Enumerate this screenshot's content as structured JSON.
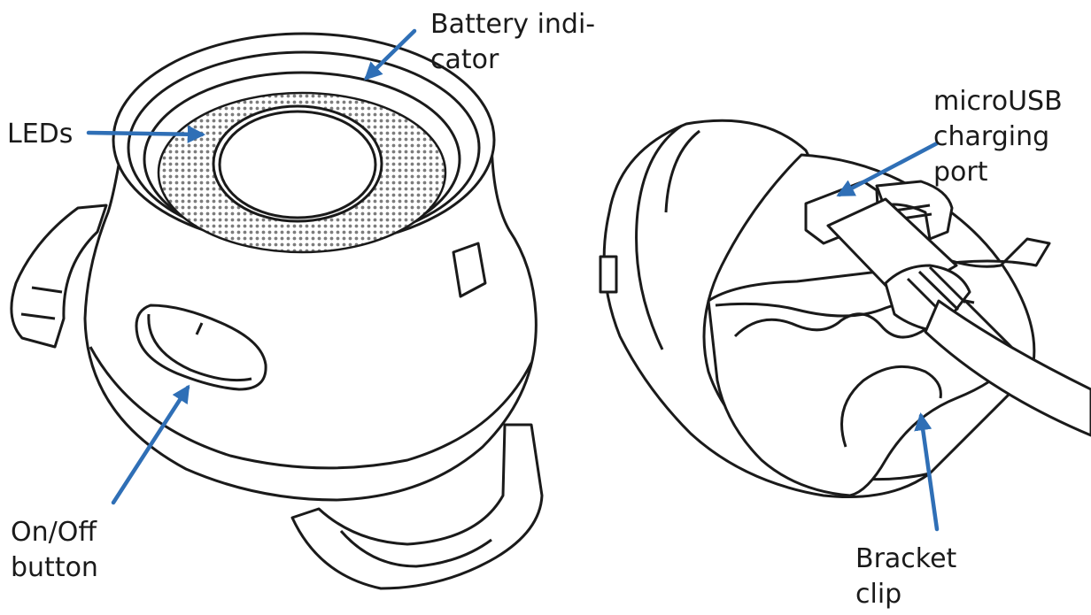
{
  "colors": {
    "arrow": "#2f6fb6",
    "line": "#1a1a1a",
    "mesh": "#8a8a8a",
    "background": "#ffffff"
  },
  "labels": {
    "battery_indicator": {
      "line1": "Battery indi-",
      "line2": "cator"
    },
    "leds": {
      "line1": "LEDs"
    },
    "microusb_port": {
      "line1": "microUSB",
      "line2": "charging",
      "line3": "port"
    },
    "on_off_button": {
      "line1": "On/Off",
      "line2": "button"
    },
    "bracket_clip": {
      "line1": "Bracket",
      "line2": "clip"
    }
  }
}
